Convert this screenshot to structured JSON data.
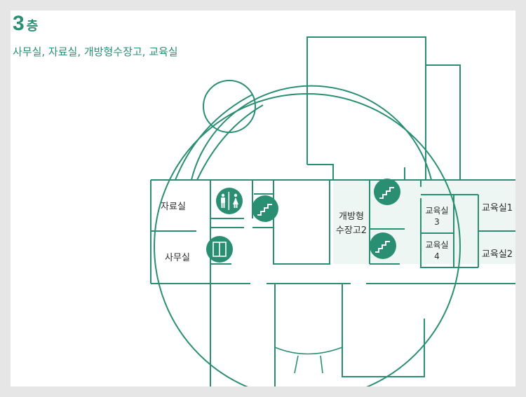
{
  "floor": {
    "number": "3",
    "unit": "층"
  },
  "subtitle": "사무실, 자료실, 개방형수장고, 교육실",
  "rooms": {
    "archive": "자료실",
    "office": "사무실",
    "storage_line1": "개방형",
    "storage_line2": "수장고2",
    "classroom1": "교육실1",
    "classroom2": "교육실2",
    "classroom3_line1": "교육실",
    "classroom3_line2": "3",
    "classroom4_line1": "교육실",
    "classroom4_line2": "4"
  },
  "icons": [
    "restroom-icon",
    "stairs-icon",
    "elevator-icon"
  ],
  "colors": {
    "accent": "#2a8f72",
    "shade": "#eef6f3",
    "background": "#ffffff"
  }
}
